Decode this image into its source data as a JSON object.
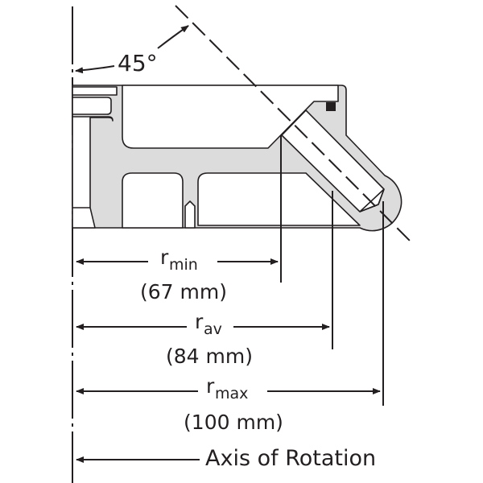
{
  "diagram": {
    "angle_label": "45°",
    "dimensions": [
      {
        "symbol": "r",
        "subscript": "min",
        "value": "(67 mm)"
      },
      {
        "symbol": "r",
        "subscript": "av",
        "value": "(84 mm)"
      },
      {
        "symbol": "r",
        "subscript": "max",
        "value": "(100 mm)"
      }
    ],
    "axis_label": "Axis of Rotation",
    "colors": {
      "fill": "#dcdcdd",
      "line": "#231f20"
    }
  }
}
